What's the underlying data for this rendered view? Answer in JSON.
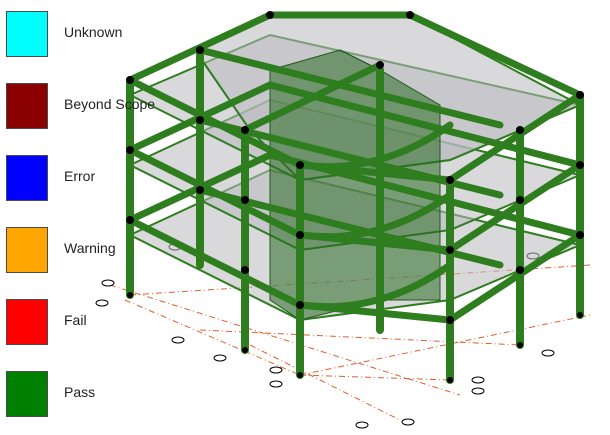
{
  "legend": {
    "items": [
      {
        "label": "Unknown",
        "color": "#00ffff"
      },
      {
        "label": "Beyond Scope",
        "color": "#8b0000"
      },
      {
        "label": "Error",
        "color": "#0000ff"
      },
      {
        "label": "Warning",
        "color": "#ffa500"
      },
      {
        "label": "Fail",
        "color": "#ff0000"
      },
      {
        "label": "Pass",
        "color": "#008000"
      }
    ]
  },
  "model": {
    "status_color": "#2e7d1e",
    "frame_icon": "building-frame-icon"
  }
}
